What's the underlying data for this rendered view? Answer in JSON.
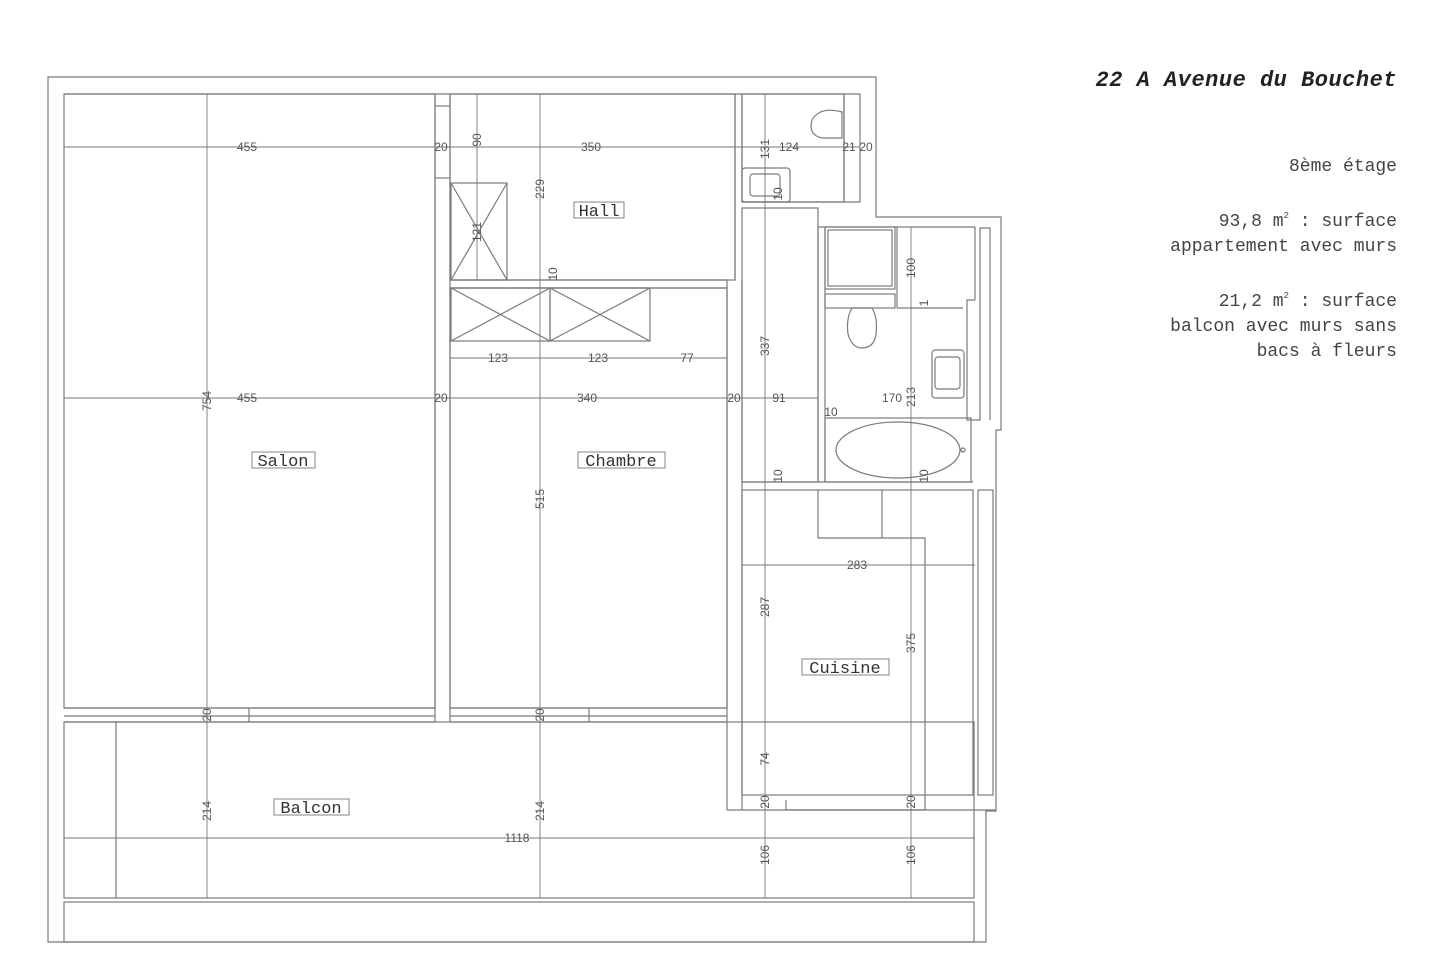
{
  "header": {
    "title": "22 A Avenue du Bouchet",
    "floor": "8ème étage",
    "surface_apartment_value": "93,8 m",
    "surface_apartment_sup": "2",
    "surface_apartment_suffix": " : surface",
    "surface_apartment_desc": "appartement avec murs",
    "surface_balcony_value": "21,2 m",
    "surface_balcony_sup": "2",
    "surface_balcony_suffix": " : surface",
    "surface_balcony_desc1": "balcon avec murs sans",
    "surface_balcony_desc2": "bacs à fleurs"
  },
  "rooms": {
    "salon": "Salon",
    "chambre": "Chambre",
    "hall": "Hall",
    "cuisine": "Cuisine",
    "balcon": "Balcon"
  },
  "dimensions": {
    "salon_width_top": "455",
    "wall_top_1": "20",
    "hall_width": "350",
    "wc_wall": "10",
    "wc_width": "124",
    "wc_depth": "131",
    "wc_right_1": "21",
    "wc_right_2": "20",
    "closet_top": "90",
    "closet_height": "121",
    "hall_height": "229",
    "wall_hall_chambre": "10",
    "wardrobe_1": "123",
    "wardrobe_2": "123",
    "wardrobe_3": "77",
    "salon_width_mid": "455",
    "wall_mid_1": "20",
    "chambre_width": "340",
    "wall_mid_2": "20",
    "corridor_width": "91",
    "bath_width": "170",
    "bath_height": "213",
    "bath_wall": "10",
    "bath_wall_bottom_left": "10",
    "bath_wall_bottom_right": "10",
    "shower_height": "100",
    "shower_gap": "1",
    "corridor_height": "337",
    "salon_height": "754",
    "chambre_height": "515",
    "kitchen_width": "283",
    "kitchen_height_left": "287",
    "kitchen_height_right": "375",
    "kitchen_bottom_left": "74",
    "wall_salon_balcon": "20",
    "wall_chambre_balcon": "20",
    "wall_kitchen_left": "20",
    "wall_kitchen_right": "20",
    "balcon_depth_left": "214",
    "balcon_depth_mid": "214",
    "balcon_length": "1118",
    "balcon_ext_left": "106",
    "balcon_ext_right": "106"
  },
  "colors": {
    "line": "#6a6a6a",
    "wall": "#8a8a8a",
    "text": "#555555"
  }
}
